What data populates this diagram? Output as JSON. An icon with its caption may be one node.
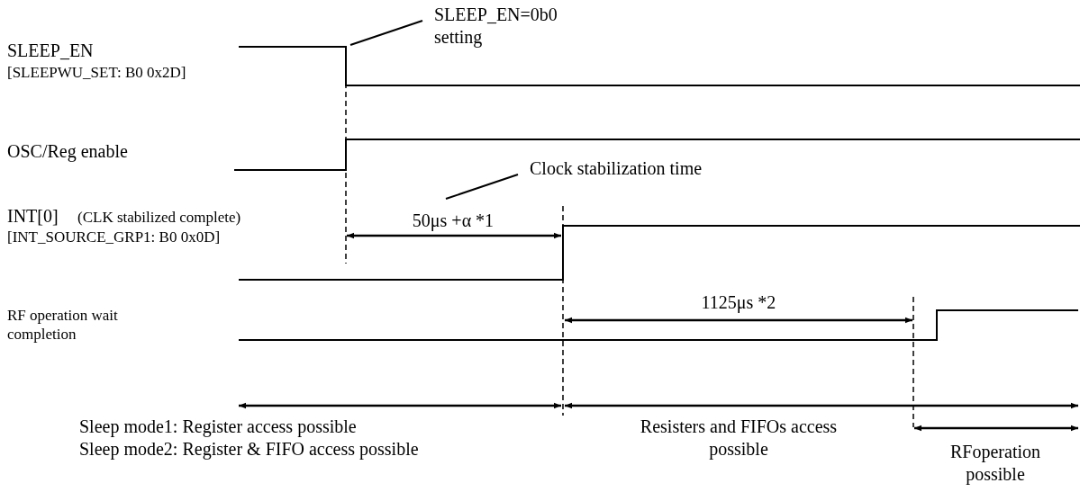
{
  "diagram": {
    "nodes": [
      {
        "text": [
          "SLEEP_EN=0b0 setting"
        ]
      },
      {
        "text": [
          "Clock stabilization time"
        ]
      }
    ],
    "edges": [
      {
        "from": 0,
        "to": null,
        "arrow": "none"
      },
      {
        "from": 1,
        "to": null,
        "arrow": "none"
      }
    ],
    "labels": [
      "SLEEP_EN",
      "[SLEEPWU_SET: B0 0x2D]",
      "OSC/Reg enable",
      "INT[0]",
      "(CLK stabilized complete)",
      "[INT_SOURCE_GRP1: B0 0x0D]",
      "50μs +α *1",
      "RF operation wait completion",
      "1125μs *2",
      "Sleep mode1: Register access possible",
      "Sleep mode2: Register & FIFO access possible",
      "Resisters and FIFOs access possible",
      "RFoperation possible"
    ]
  }
}
